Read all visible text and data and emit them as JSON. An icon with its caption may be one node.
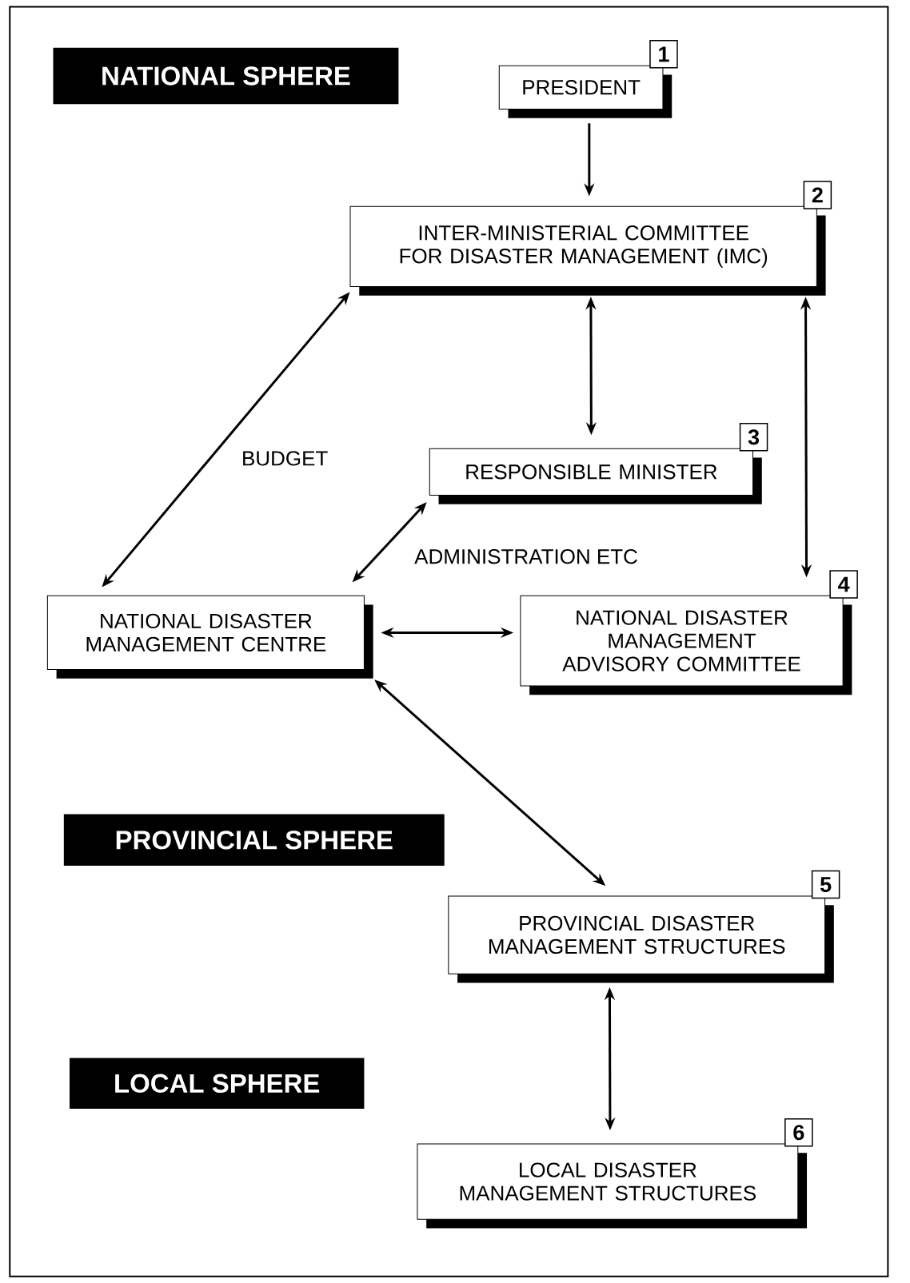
{
  "diagram": {
    "nodes": [
      {
        "text": [
          "NATIONAL SPHERE"
        ]
      },
      {
        "text": [
          "PRESIDENT"
        ],
        "beside": [
          "1"
        ]
      },
      {
        "text": [
          "INTER-MINISTERIAL COMMITTEE FOR DISASTER MANAGEMENT (IMC)"
        ],
        "beside": [
          "2"
        ]
      },
      {
        "text": [
          "RESPONSIBLE MINISTER"
        ],
        "beside": [
          "3"
        ]
      },
      {
        "text": [
          "NATIONAL DISASTER MANAGEMENT CENTRE"
        ]
      },
      {
        "text": [
          "NATIONAL DISASTER MANAGEMENT ADVISORY COMMITTEE"
        ],
        "beside": [
          "4"
        ]
      },
      {
        "text": [
          "PROVINCIAL SPHERE"
        ]
      },
      {
        "text": [
          "PROVINCIAL DISASTER MANAGEMENT STRUCTURES"
        ],
        "beside": [
          "5"
        ]
      },
      {
        "text": [
          "LOCAL SPHERE"
        ]
      },
      {
        "text": [
          "LOCAL DISASTER MANAGEMENT STRUCTURES"
        ],
        "beside": [
          "6"
        ]
      }
    ],
    "edges": [
      {
        "from": 1,
        "to": 2,
        "arrow": "to"
      },
      {
        "from": 2,
        "to": 3,
        "arrow": "both"
      },
      {
        "from": 2,
        "to": 5,
        "arrow": "both"
      },
      {
        "from": 4,
        "to": 2,
        "arrow": "both",
        "label": "BUDGET"
      },
      {
        "from": 4,
        "to": 3,
        "arrow": "both",
        "label": "ADMINISTRATION ETC"
      },
      {
        "from": 4,
        "to": 5,
        "arrow": "both"
      },
      {
        "from": 4,
        "to": 7,
        "arrow": "both"
      },
      {
        "from": 7,
        "to": 9,
        "arrow": "both"
      }
    ]
  }
}
